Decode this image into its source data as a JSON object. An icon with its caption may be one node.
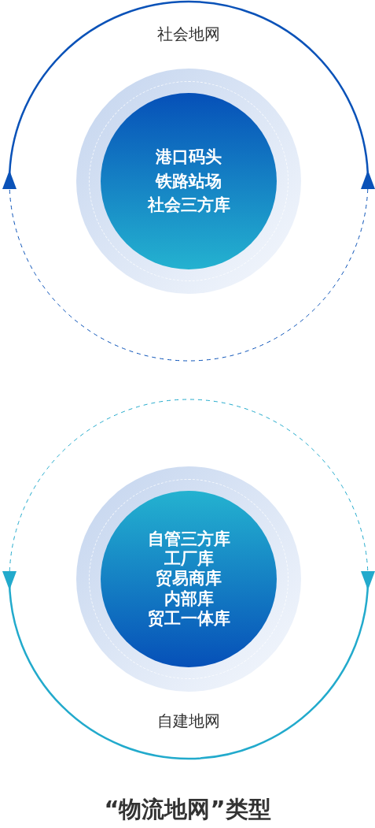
{
  "diagram": {
    "caption": "“物流地网”类型",
    "nodes": [
      {
        "text": [
          "港口码头",
          "铁路站场",
          "社会三方库"
        ]
      },
      {
        "text": [
          "自管三方库",
          "工厂库",
          "贸易商库",
          "内部库",
          "贸工一体库"
        ]
      }
    ],
    "labels": [
      "社会地网",
      "自建地网"
    ]
  }
}
